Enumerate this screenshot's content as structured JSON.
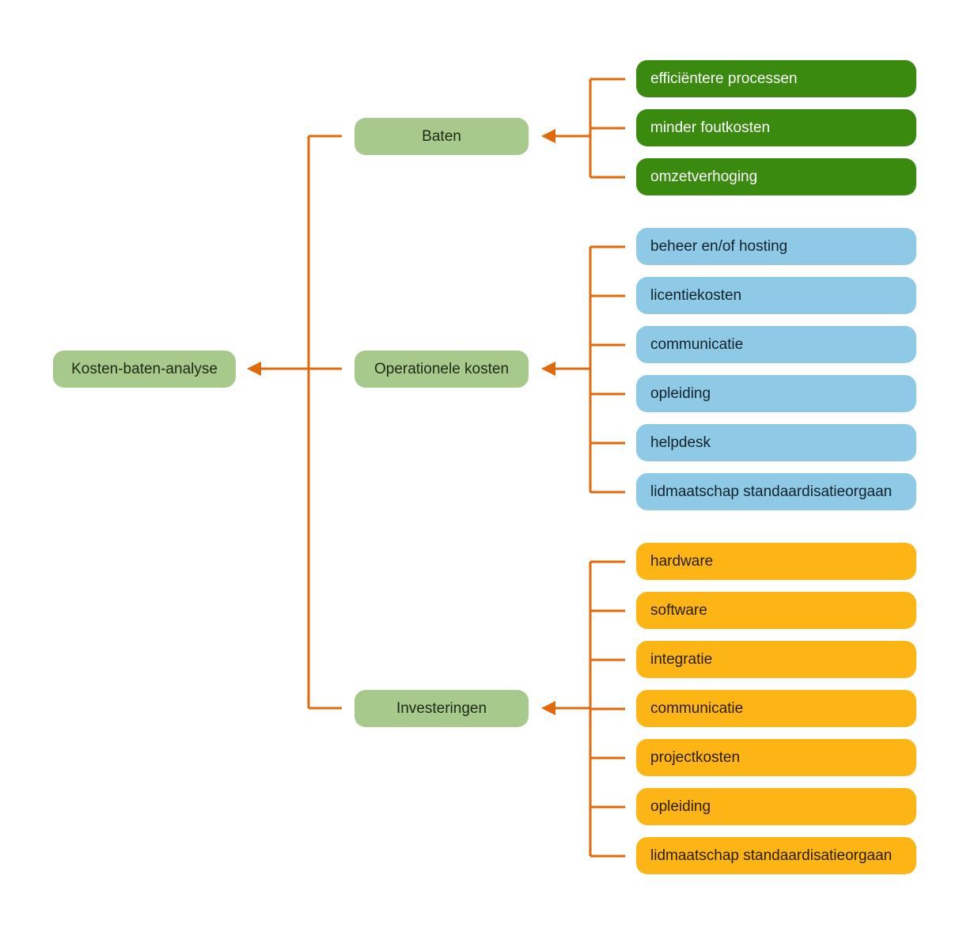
{
  "root": {
    "label": "Kosten-baten-analyse"
  },
  "colors": {
    "connector": "#e0690c",
    "mid_node": "#a8c98c",
    "baten_leaf": "#3a8a10",
    "operationele_leaf": "#8ecae6",
    "investeringen_leaf": "#fdb515"
  },
  "groups": [
    {
      "label": "Baten",
      "color_key": "green",
      "items": [
        "efficiëntere processen",
        "minder foutkosten",
        "omzetverhoging"
      ]
    },
    {
      "label": "Operationele kosten",
      "color_key": "blue",
      "items": [
        "beheer en/of hosting",
        "licentiekosten",
        "communicatie",
        "opleiding",
        "helpdesk",
        "lidmaatschap standaardisatieorgaan"
      ]
    },
    {
      "label": "Investeringen",
      "color_key": "yellow",
      "items": [
        "hardware",
        "software",
        "integratie",
        "communicatie",
        "projectkosten",
        "opleiding",
        "lidmaatschap standaardisatieorgaan"
      ]
    }
  ]
}
